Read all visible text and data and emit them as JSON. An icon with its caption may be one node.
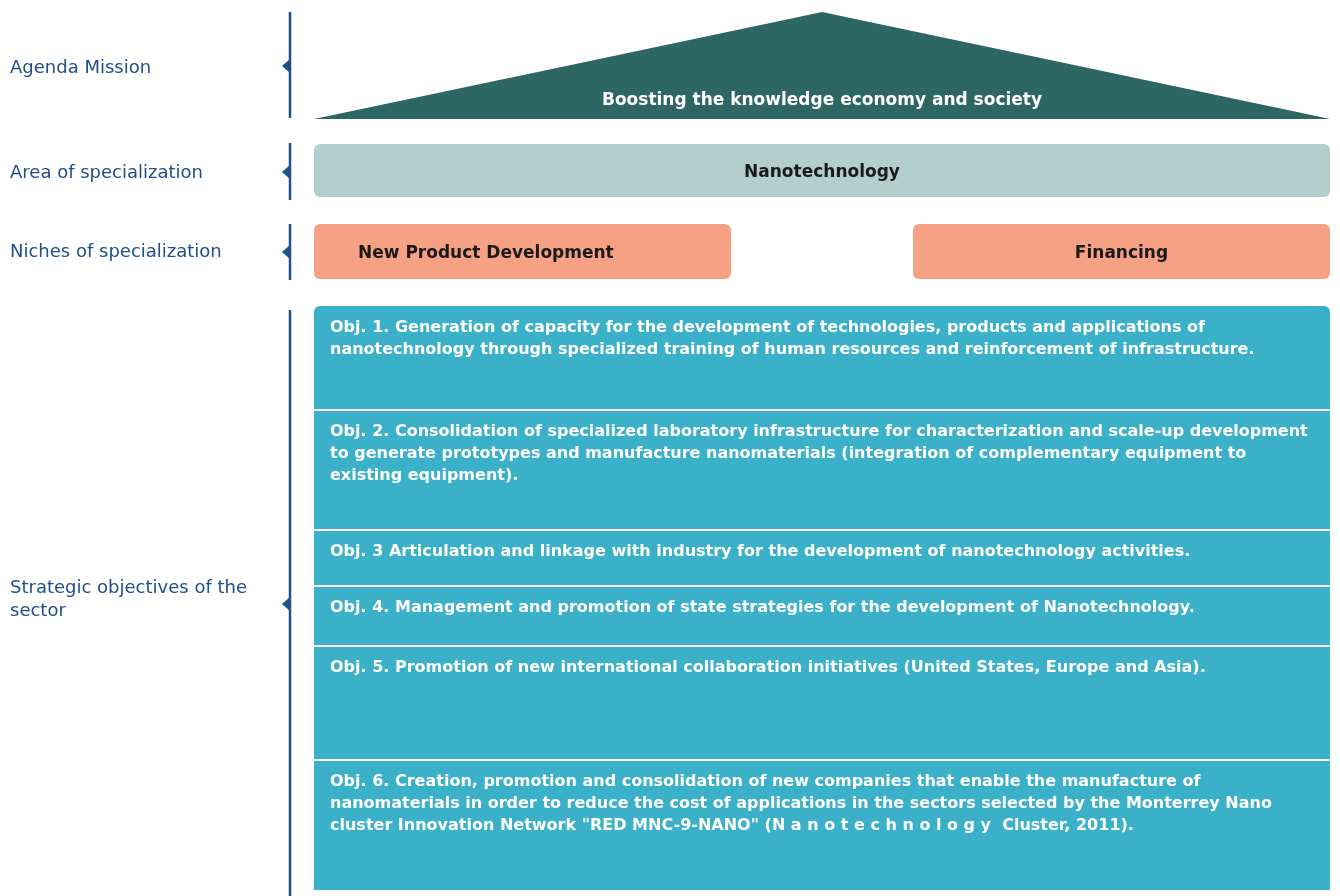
{
  "diagram": {
    "nodes": [
      {
        "text": [
          "Boosting the knowledge economy and society"
        ]
      },
      {
        "text": [
          "Nanotechnology"
        ]
      },
      {
        "text": [
          "New Product Development"
        ]
      },
      {
        "text": [
          "Financing"
        ]
      },
      {
        "text": [
          "Obj. 1. Generation of capacity for the development of technologies, products and applications of nanotechnology through specialized training of human resources and reinforcement of infrastructure."
        ]
      },
      {
        "text": [
          "Obj. 2. Consolidation of specialized laboratory infrastructure for characterization and scale-up development to generate prototypes and manufacture nanomaterials (integration of complementary equipment to existing equipment)."
        ]
      },
      {
        "text": [
          "Obj. 3 Articulation and linkage with industry for the development of nanotechnology activities."
        ]
      },
      {
        "text": [
          "Obj. 4. Management and promotion of state strategies for the development of Nanotechnology."
        ]
      },
      {
        "text": [
          "Obj. 5. Promotion of new international collaboration initiatives (United States, Europe and Asia)."
        ]
      },
      {
        "text": [
          "Obj. 6. Creation, promotion and consolidation of new companies that enable the manufacture of nanomaterials in order to reduce the cost of applications in the sectors selected by the Monterrey Nano cluster Innovation Network \"RED MNC-9-NANO\" (N a n o t e c h n o l o g y  Cluster, 2011)."
        ]
      }
    ],
    "labels": [
      "Agenda Mission",
      "Area of specialization",
      "Niches of specialization",
      "Strategic objectives of the sector"
    ]
  }
}
